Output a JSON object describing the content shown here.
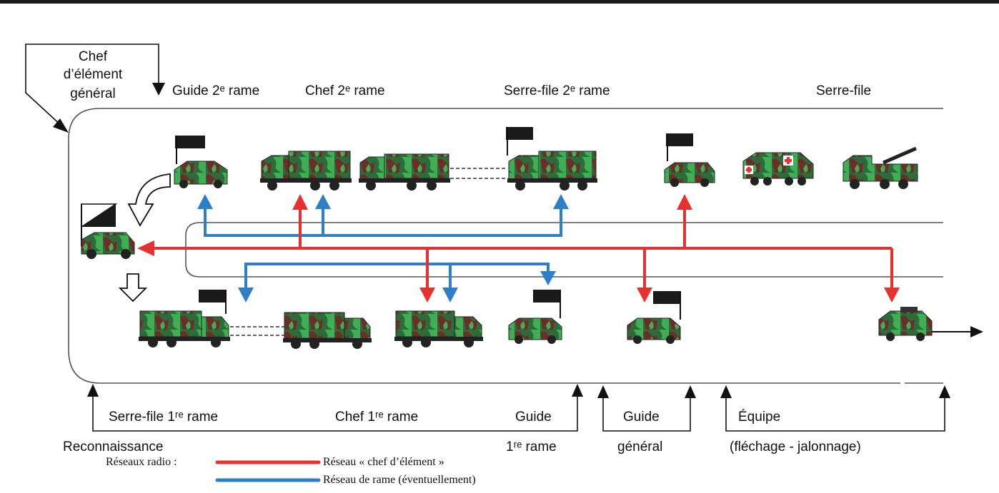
{
  "labels": {
    "chef_element_general": [
      "Chef",
      "d’élément",
      "général"
    ],
    "guide_2e_rame": "Guide 2ᵉ rame",
    "chef_2e_rame": "Chef 2ᵉ rame",
    "serre_file_2e_rame": "Serre-file 2ᵉ rame",
    "serre_file": "Serre-file",
    "serre_file_1re_rame": "Serre-file 1ʳᵉ rame",
    "chef_1re_rame": "Chef 1ʳᵉ rame",
    "guide": "Guide",
    "guide_1re_rame_line2": "1ʳᵉ rame",
    "guide_general_line1": "Guide",
    "guide_general_line2": "général",
    "equipe_line1": "Équipe",
    "equipe_line2": "(fléchage - jalonnage)",
    "reconnaissance": "Reconnaissance"
  },
  "legend": {
    "title": "Réseaux radio :",
    "red": "Réseau « chef d’élément »",
    "blue": "Réseau de rame (éventuellement)"
  },
  "colors": {
    "red": "#e8312f",
    "blue": "#2f7fc7",
    "camo_green": "#2f6b3a",
    "camo_brown": "#6b2f28",
    "camo_light": "#3fae55",
    "dark": "#1a1a1a"
  }
}
